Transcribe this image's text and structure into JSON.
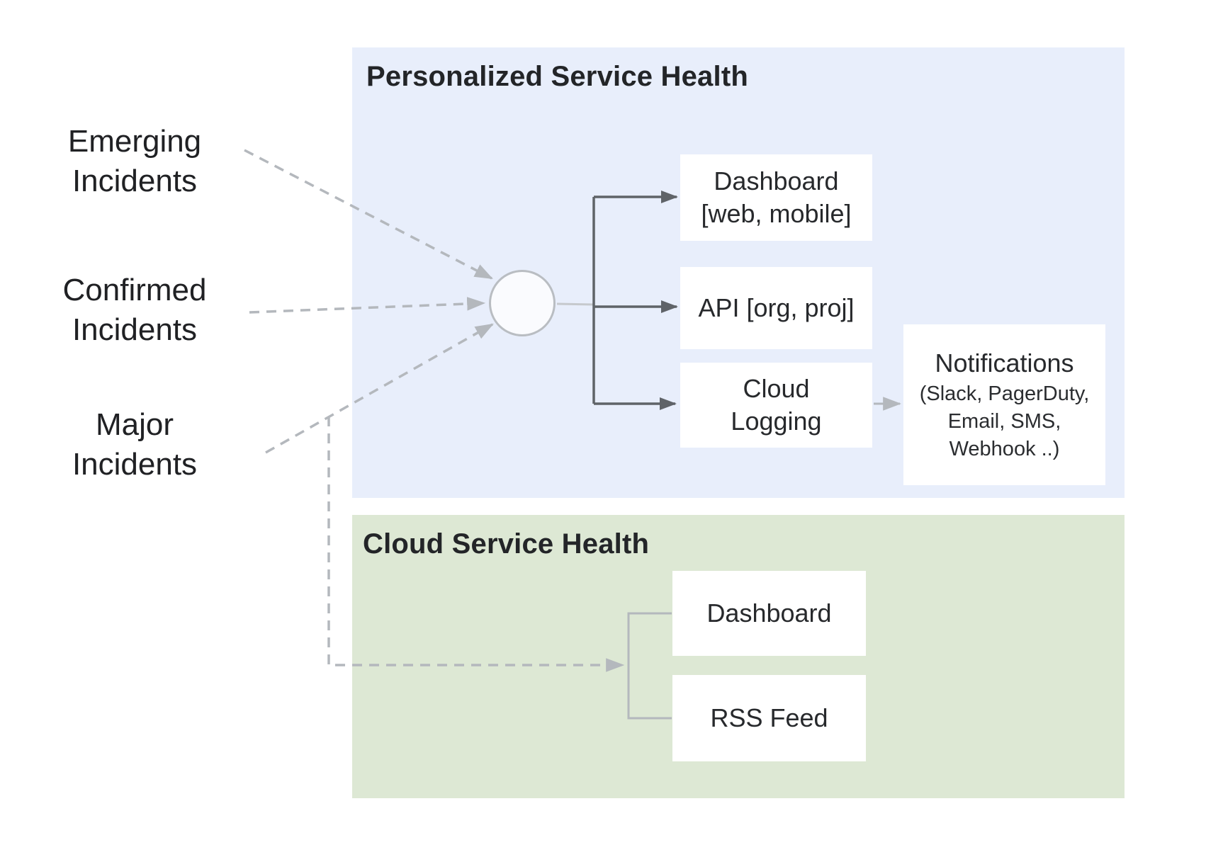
{
  "panels": {
    "personalized": {
      "title": "Personalized Service Health",
      "bg": "#e8eefb"
    },
    "cloud": {
      "title": "Cloud Service Health",
      "bg": "#dde8d4"
    }
  },
  "incident_sources": [
    {
      "text": "Emerging\nIncidents"
    },
    {
      "text": "Confirmed\nIncidents"
    },
    {
      "text": "Major\nIncidents"
    }
  ],
  "personalized_outputs": [
    {
      "text": "Dashboard\n[web, mobile]"
    },
    {
      "text": "API [org, proj]"
    },
    {
      "text": "Cloud\nLogging"
    }
  ],
  "notifications": {
    "title": "Notifications",
    "subtitle": "(Slack, PagerDuty,\nEmail, SMS,\nWebhook ..)"
  },
  "cloud_outputs": [
    {
      "text": "Dashboard"
    },
    {
      "text": "RSS Feed"
    }
  ],
  "colors": {
    "panel_blue": "#e8eefb",
    "panel_green": "#dde8d4",
    "box_bg": "#ffffff",
    "arrow_dark": "#5f6368",
    "arrow_gray": "#b4b8bd",
    "circle_fill": "#fafbfe",
    "circle_border": "#b9bdc2",
    "text": "#202124"
  }
}
